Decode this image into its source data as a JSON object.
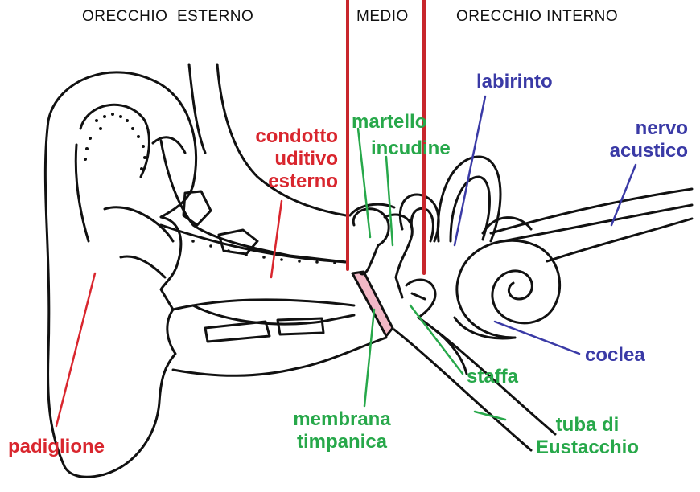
{
  "sections": {
    "outer": "ORECCHIO  ESTERNO",
    "middle": "MEDIO",
    "inner": "ORECCHIO INTERNO"
  },
  "labels": {
    "condotto_line1": "condotto",
    "condotto_line2": "uditivo",
    "condotto_line3": "esterno",
    "martello": "martello",
    "incudine": "incudine",
    "labirinto": "labirinto",
    "nervo_line1": "nervo",
    "nervo_line2": "acustico",
    "coclea": "coclea",
    "staffa": "staffa",
    "tuba_line1": "tuba di",
    "tuba_line2": "Eustacchio",
    "membrana_line1": "membrana",
    "membrana_line2": "timpanica",
    "padiglione": "padiglione"
  },
  "colors": {
    "outer_ear_label": "#d9262e",
    "middle_ear_label": "#27a84a",
    "inner_ear_label": "#3a3aa6",
    "divider_line": "#c8262c",
    "eardrum_fill": "#f2b8c6",
    "outline": "#111111"
  }
}
